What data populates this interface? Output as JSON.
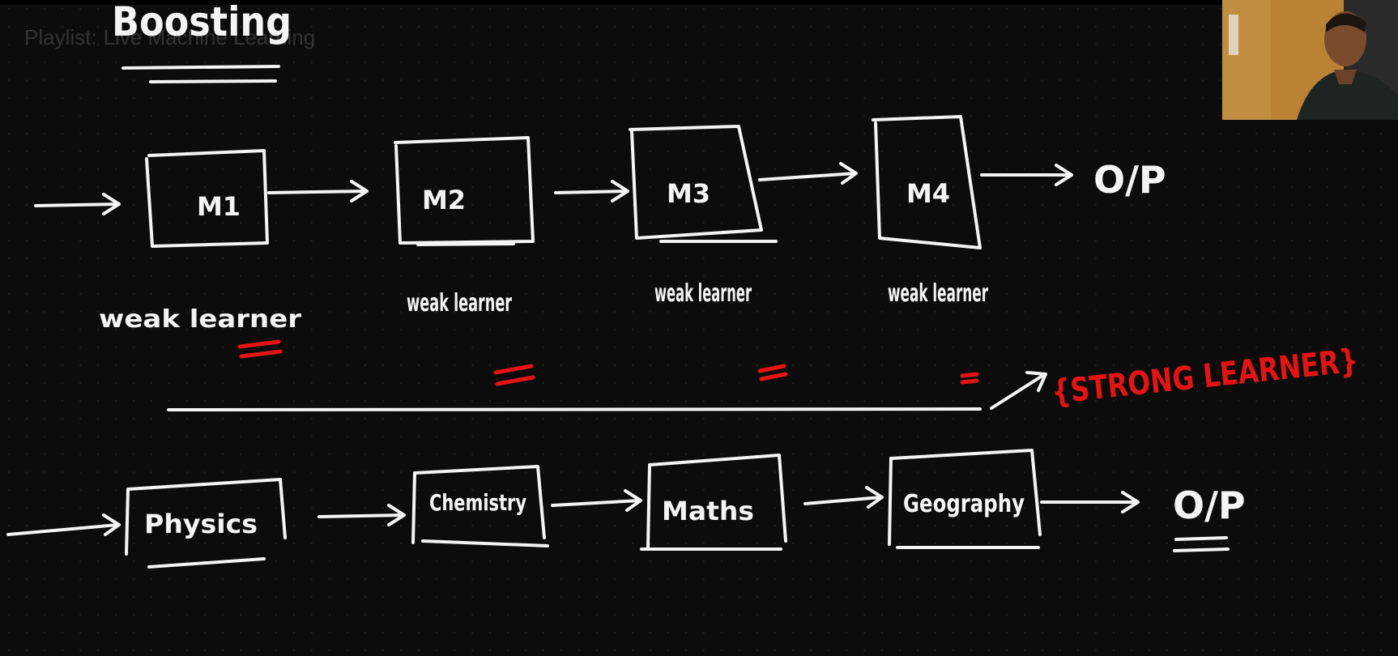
{
  "header": {
    "title": "Boosting",
    "playlist_label": "Playlist:",
    "playlist_name": "Live Machine Learning"
  },
  "top_row": {
    "models": [
      "M1",
      "M2",
      "M3",
      "M4"
    ],
    "output": "O/P",
    "labels": [
      "weak learner",
      "weak learner",
      "weak learner",
      "weak learner"
    ]
  },
  "strong_learner": "{STRONG LEARNER}",
  "bottom_row": {
    "subjects": [
      "Physics",
      "Chemistry",
      "Maths",
      "Geography"
    ],
    "output": "O/P"
  },
  "colors": {
    "ink": "#f4f4f4",
    "accent": "#e51414",
    "board": "#0c0c0c"
  }
}
